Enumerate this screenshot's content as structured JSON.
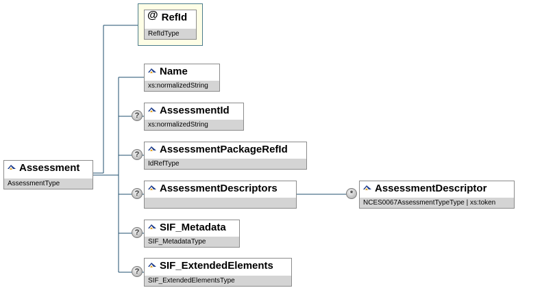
{
  "root": {
    "name": "Assessment",
    "type": "AssessmentType"
  },
  "attribute": {
    "symbol": "@",
    "name": "RefId",
    "type": "RefIdType"
  },
  "children": [
    {
      "name": "Name",
      "type": "xs:normalizedString",
      "optional": false
    },
    {
      "name": "AssessmentId",
      "type": "xs:normalizedString",
      "optional": true
    },
    {
      "name": "AssessmentPackageRefId",
      "type": "IdRefType",
      "optional": true
    },
    {
      "name": "AssessmentDescriptors",
      "type": "",
      "optional": true
    },
    {
      "name": "SIF_Metadata",
      "type": "SIF_MetadataType",
      "optional": true
    },
    {
      "name": "SIF_ExtendedElements",
      "type": "SIF_ExtendedElementsType",
      "optional": true
    }
  ],
  "descriptor": {
    "name": "AssessmentDescriptor",
    "type": "NCES0067AssessmentTypeType | xs:token",
    "multiplicity": "*"
  },
  "optional_symbol": "?"
}
